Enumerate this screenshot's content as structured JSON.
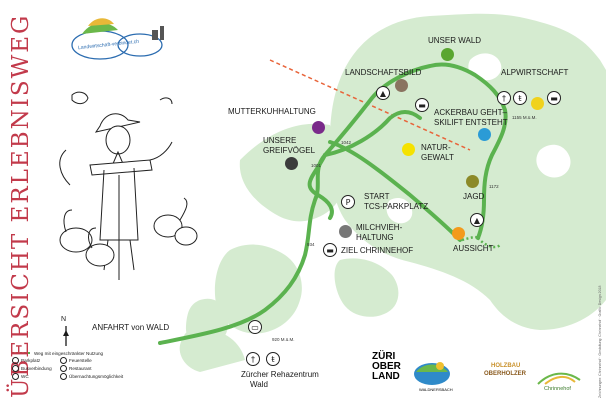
{
  "title": "ÜBERSICHT ERLEBNISWEG",
  "logo_top": {
    "text": "Landwirtschaft-verbindet.ch"
  },
  "colors": {
    "route": "#5bb24f",
    "terrain": "#d5ebd0",
    "title_red": "#c23a4b",
    "dashed_line": "#e8643a"
  },
  "stations": {
    "unser_wald": {
      "label": "UNSER WALD",
      "color": "#5aa630"
    },
    "landschaftsbild": {
      "label": "LANDSCHAFTSBILD",
      "color": "#8a7360"
    },
    "alpwirtschaft": {
      "label": "ALPWIRTSCHAFT",
      "color": "#f0d21c"
    },
    "mutterkuhhaltung": {
      "label": "MUTTERKUHHALTUNG",
      "color": "#7a2a8a"
    },
    "ackerbau": {
      "label_1": "ACKERBAU GEHT–",
      "label_2": "SKILIFT ENTSTEHT",
      "color": "#2b9bd6"
    },
    "greifvoegel": {
      "label_1": "UNSERE",
      "label_2": "GREIFVÖGEL",
      "color": "#3c3c3c"
    },
    "naturgewalt": {
      "label_1": "NATUR-",
      "label_2": "GEWALT",
      "color": "#f5e200"
    },
    "jagd": {
      "label": "JAGD",
      "color": "#8c8a28"
    },
    "aussicht": {
      "label": "AUSSICHT",
      "color": "#f39a1c"
    },
    "milchvieh": {
      "label_1": "MILCHVIEH-",
      "label_2": "HALTUNG",
      "color": "#777777"
    }
  },
  "places": {
    "start_1": "START",
    "start_2": "TCS-PARKPLATZ",
    "ziel": "ZIEL CHRINNEHOF",
    "anfahrt": "ANFAHRT von WALD",
    "rehazentrum_1": "Zürcher Rehazentrum",
    "rehazentrum_2": "Wald"
  },
  "elevations": {
    "e1155": "1155 M.ü.M.",
    "e1042": "1042",
    "e1001": "1001",
    "e1172": "1172",
    "e934": "934",
    "e920": "920 M.ü.M."
  },
  "legend": {
    "note": "Weg mit eingeschränkter Nutzung",
    "parkplatz": "Parkplatz",
    "feuerstelle": "Feuerstelle",
    "busverbindung": "Busverbindung",
    "restaurant": "Restaurant",
    "wc": "WC",
    "uebernachtung": "Übernachtungsmöglichkeit"
  },
  "north": "N",
  "credit": "Zeichnungen: Chrinnehof · Gestaltung: Chrinnehof · Grafik: Design 2018",
  "logos": {
    "zueri_1": "ZÜRI",
    "zueri_2": "OBER",
    "zueri_3": "LAND",
    "waldnersbach": "WALDNERSBACH",
    "holzbau_1": "HOLZBAU",
    "holzbau_2": "OBERHOLZER",
    "chrinnehof": "Chrinnehof"
  },
  "icons": {
    "fire": "campfire-icon",
    "bed": "bed-icon",
    "restaurant": "fork-knife-icon",
    "wc": "toilet-icon",
    "parking": "parking-icon",
    "bus": "bus-icon"
  }
}
